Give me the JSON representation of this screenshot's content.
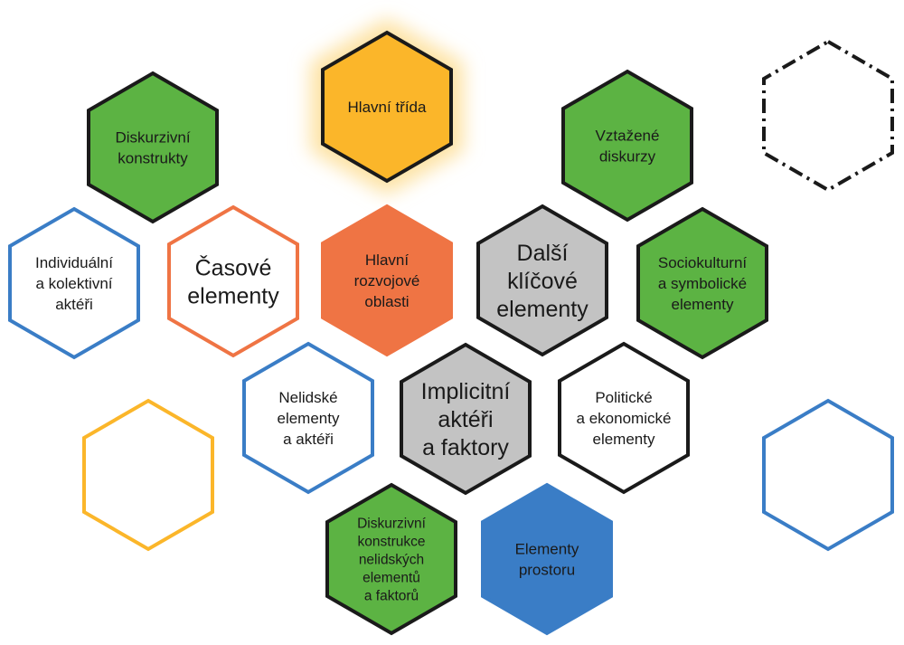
{
  "colors": {
    "green": "#5cb343",
    "orange": "#ef7444",
    "gold": "#fbb62a",
    "gray": "#c3c3c3",
    "blue": "#3a7dc6",
    "dark": "#1a1a1a",
    "white": "#ffffff"
  },
  "hexagons": [
    {
      "id": "hlavni-trida",
      "lines": [
        "Hlavní třída"
      ],
      "fill": "gold",
      "stroke": "dark",
      "glow": true
    },
    {
      "id": "diskurzivni-konstrukty",
      "lines": [
        "Diskurzivní",
        "konstrukty"
      ],
      "fill": "green",
      "stroke": "dark"
    },
    {
      "id": "vztazene-diskurzy",
      "lines": [
        "Vztažené",
        "diskurzy"
      ],
      "fill": "green",
      "stroke": "dark"
    },
    {
      "id": "individualni-a-kolektivni-akteri",
      "lines": [
        "Individuální",
        "a kolektivní",
        "aktéři"
      ],
      "fill": "white",
      "stroke": "blue"
    },
    {
      "id": "casove-elementy",
      "lines": [
        "Časové",
        "elementy"
      ],
      "fill": "white",
      "stroke": "orange",
      "large": true
    },
    {
      "id": "hlavni-rozvojove-oblasti",
      "lines": [
        "Hlavní",
        "rozvojové",
        "oblasti"
      ],
      "fill": "orange",
      "stroke": "orange"
    },
    {
      "id": "dalsi-klicove-elementy",
      "lines": [
        "Další",
        "klíčové",
        "elementy"
      ],
      "fill": "gray",
      "stroke": "dark",
      "large": true
    },
    {
      "id": "sociokulturni-a-symbolicke-elementy",
      "lines": [
        "Sociokulturní",
        "a symbolické",
        "elementy"
      ],
      "fill": "green",
      "stroke": "dark"
    },
    {
      "id": "nelidske-elementy-a-akteri",
      "lines": [
        "Nelidské",
        "elementy",
        "a aktéři"
      ],
      "fill": "white",
      "stroke": "blue"
    },
    {
      "id": "implicitni-akteri-a-faktory",
      "lines": [
        "Implicitní",
        "aktéři",
        "a faktory"
      ],
      "fill": "gray",
      "stroke": "dark",
      "large": true
    },
    {
      "id": "politicke-a-ekonomicke-elementy",
      "lines": [
        "Politické",
        "a ekonomické",
        "elementy"
      ],
      "fill": "white",
      "stroke": "dark"
    },
    {
      "id": "diskurzivni-konstrukce-nelidskych-elementu-a-faktoru",
      "lines": [
        "Diskurzivní",
        "konstrukce",
        "nelidských",
        "elementů",
        "a faktorů"
      ],
      "fill": "green",
      "stroke": "dark"
    },
    {
      "id": "elementy-prostoru",
      "lines": [
        "Elementy",
        "prostoru"
      ],
      "fill": "blue",
      "stroke": "blue"
    },
    {
      "id": "empty-gold",
      "lines": [],
      "fill": "white",
      "stroke": "gold"
    },
    {
      "id": "empty-blue",
      "lines": [],
      "fill": "white",
      "stroke": "blue"
    },
    {
      "id": "empty-dashed",
      "lines": [],
      "fill": "white",
      "stroke": "dark",
      "dashed": true
    }
  ]
}
